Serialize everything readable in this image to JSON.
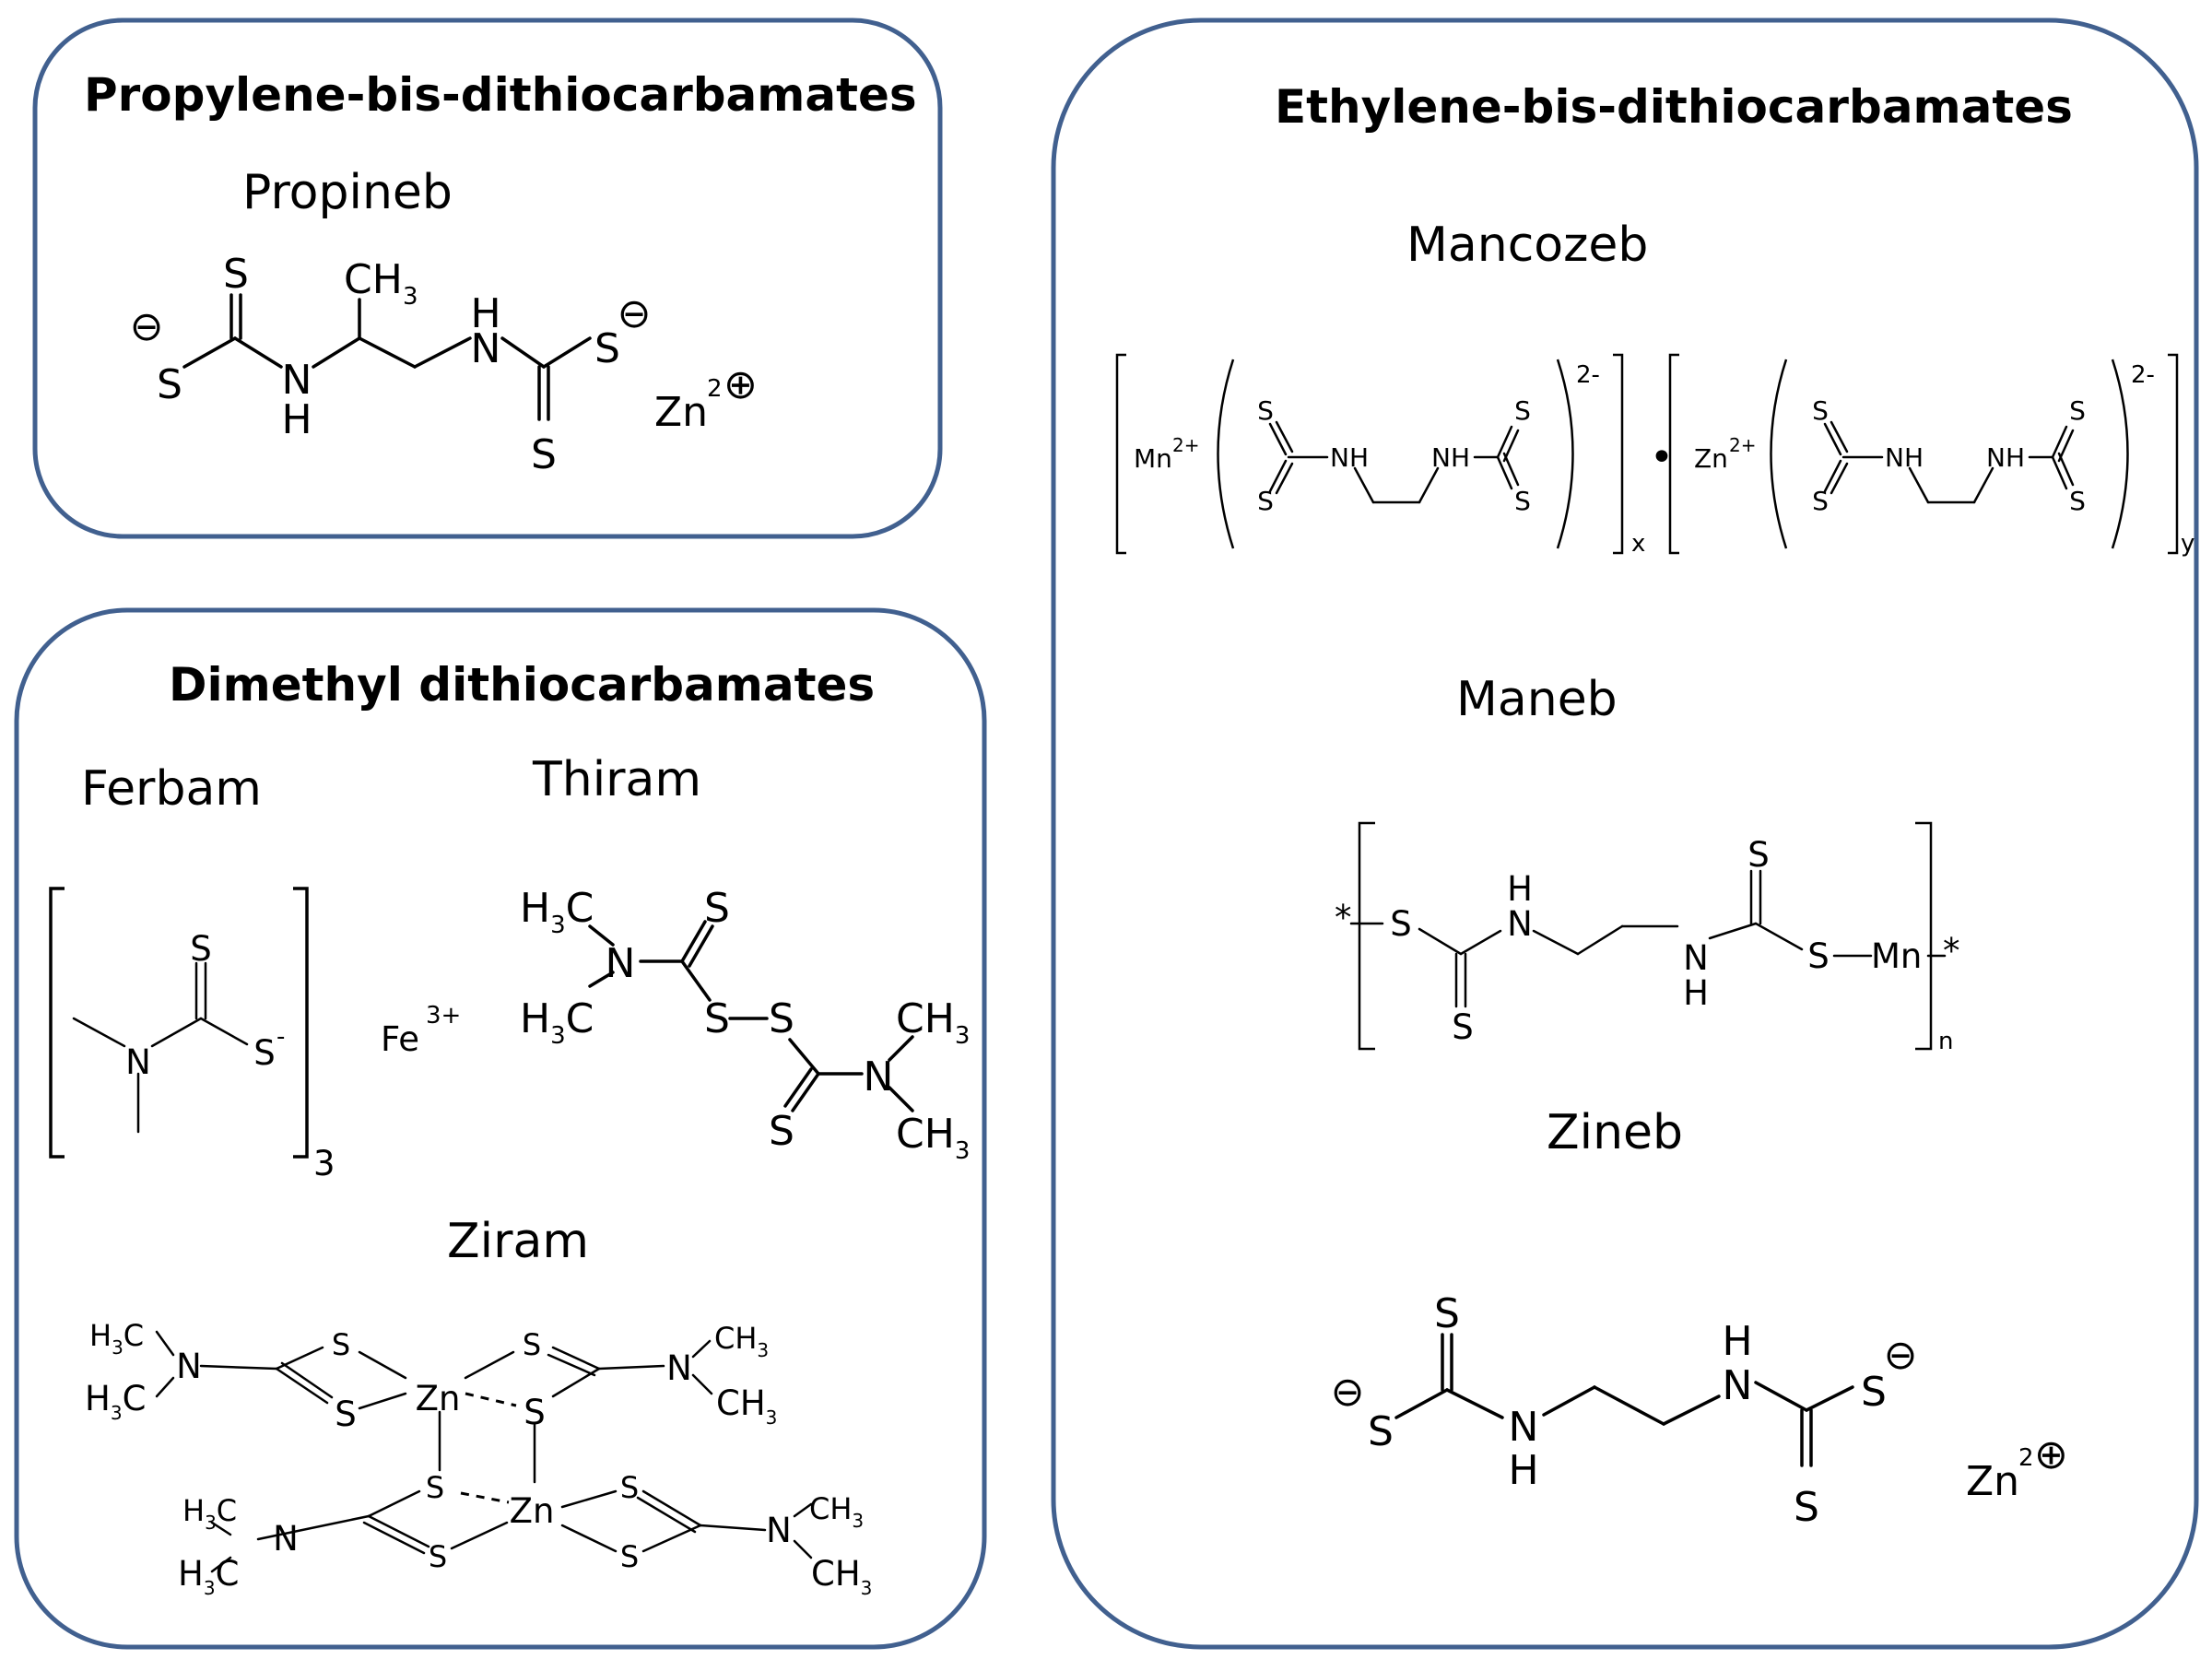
{
  "panels": {
    "propylene": {
      "title": "Propylene-bis-dithiocarbamates",
      "compound": "Propineb"
    },
    "dimethyl": {
      "title": "Dimethyl dithiocarbamates",
      "compounds": [
        "Ferbam",
        "Thiram",
        "Ziram"
      ]
    },
    "ethylene": {
      "title": "Ethylene-bis-dithiocarbamates",
      "compounds": [
        "Mancozeb",
        "Maneb",
        "Zineb"
      ]
    }
  },
  "atoms": {
    "S": "S",
    "N": "N",
    "H": "H",
    "C": "C",
    "NH": "NH",
    "Zn": "Zn",
    "Mn": "Mn",
    "Fe": "Fe",
    "CH3_prefix": "CH",
    "H3C_H": "H",
    "H3C_C": "C",
    "three": "3",
    "charge_minus_sup": "-",
    "charge_2plus": "2+",
    "charge_3plus": "3+",
    "charge_2minus": "2-",
    "two": "2",
    "star": "*",
    "dot": "•",
    "x": "x",
    "y": "y",
    "n": "n"
  }
}
